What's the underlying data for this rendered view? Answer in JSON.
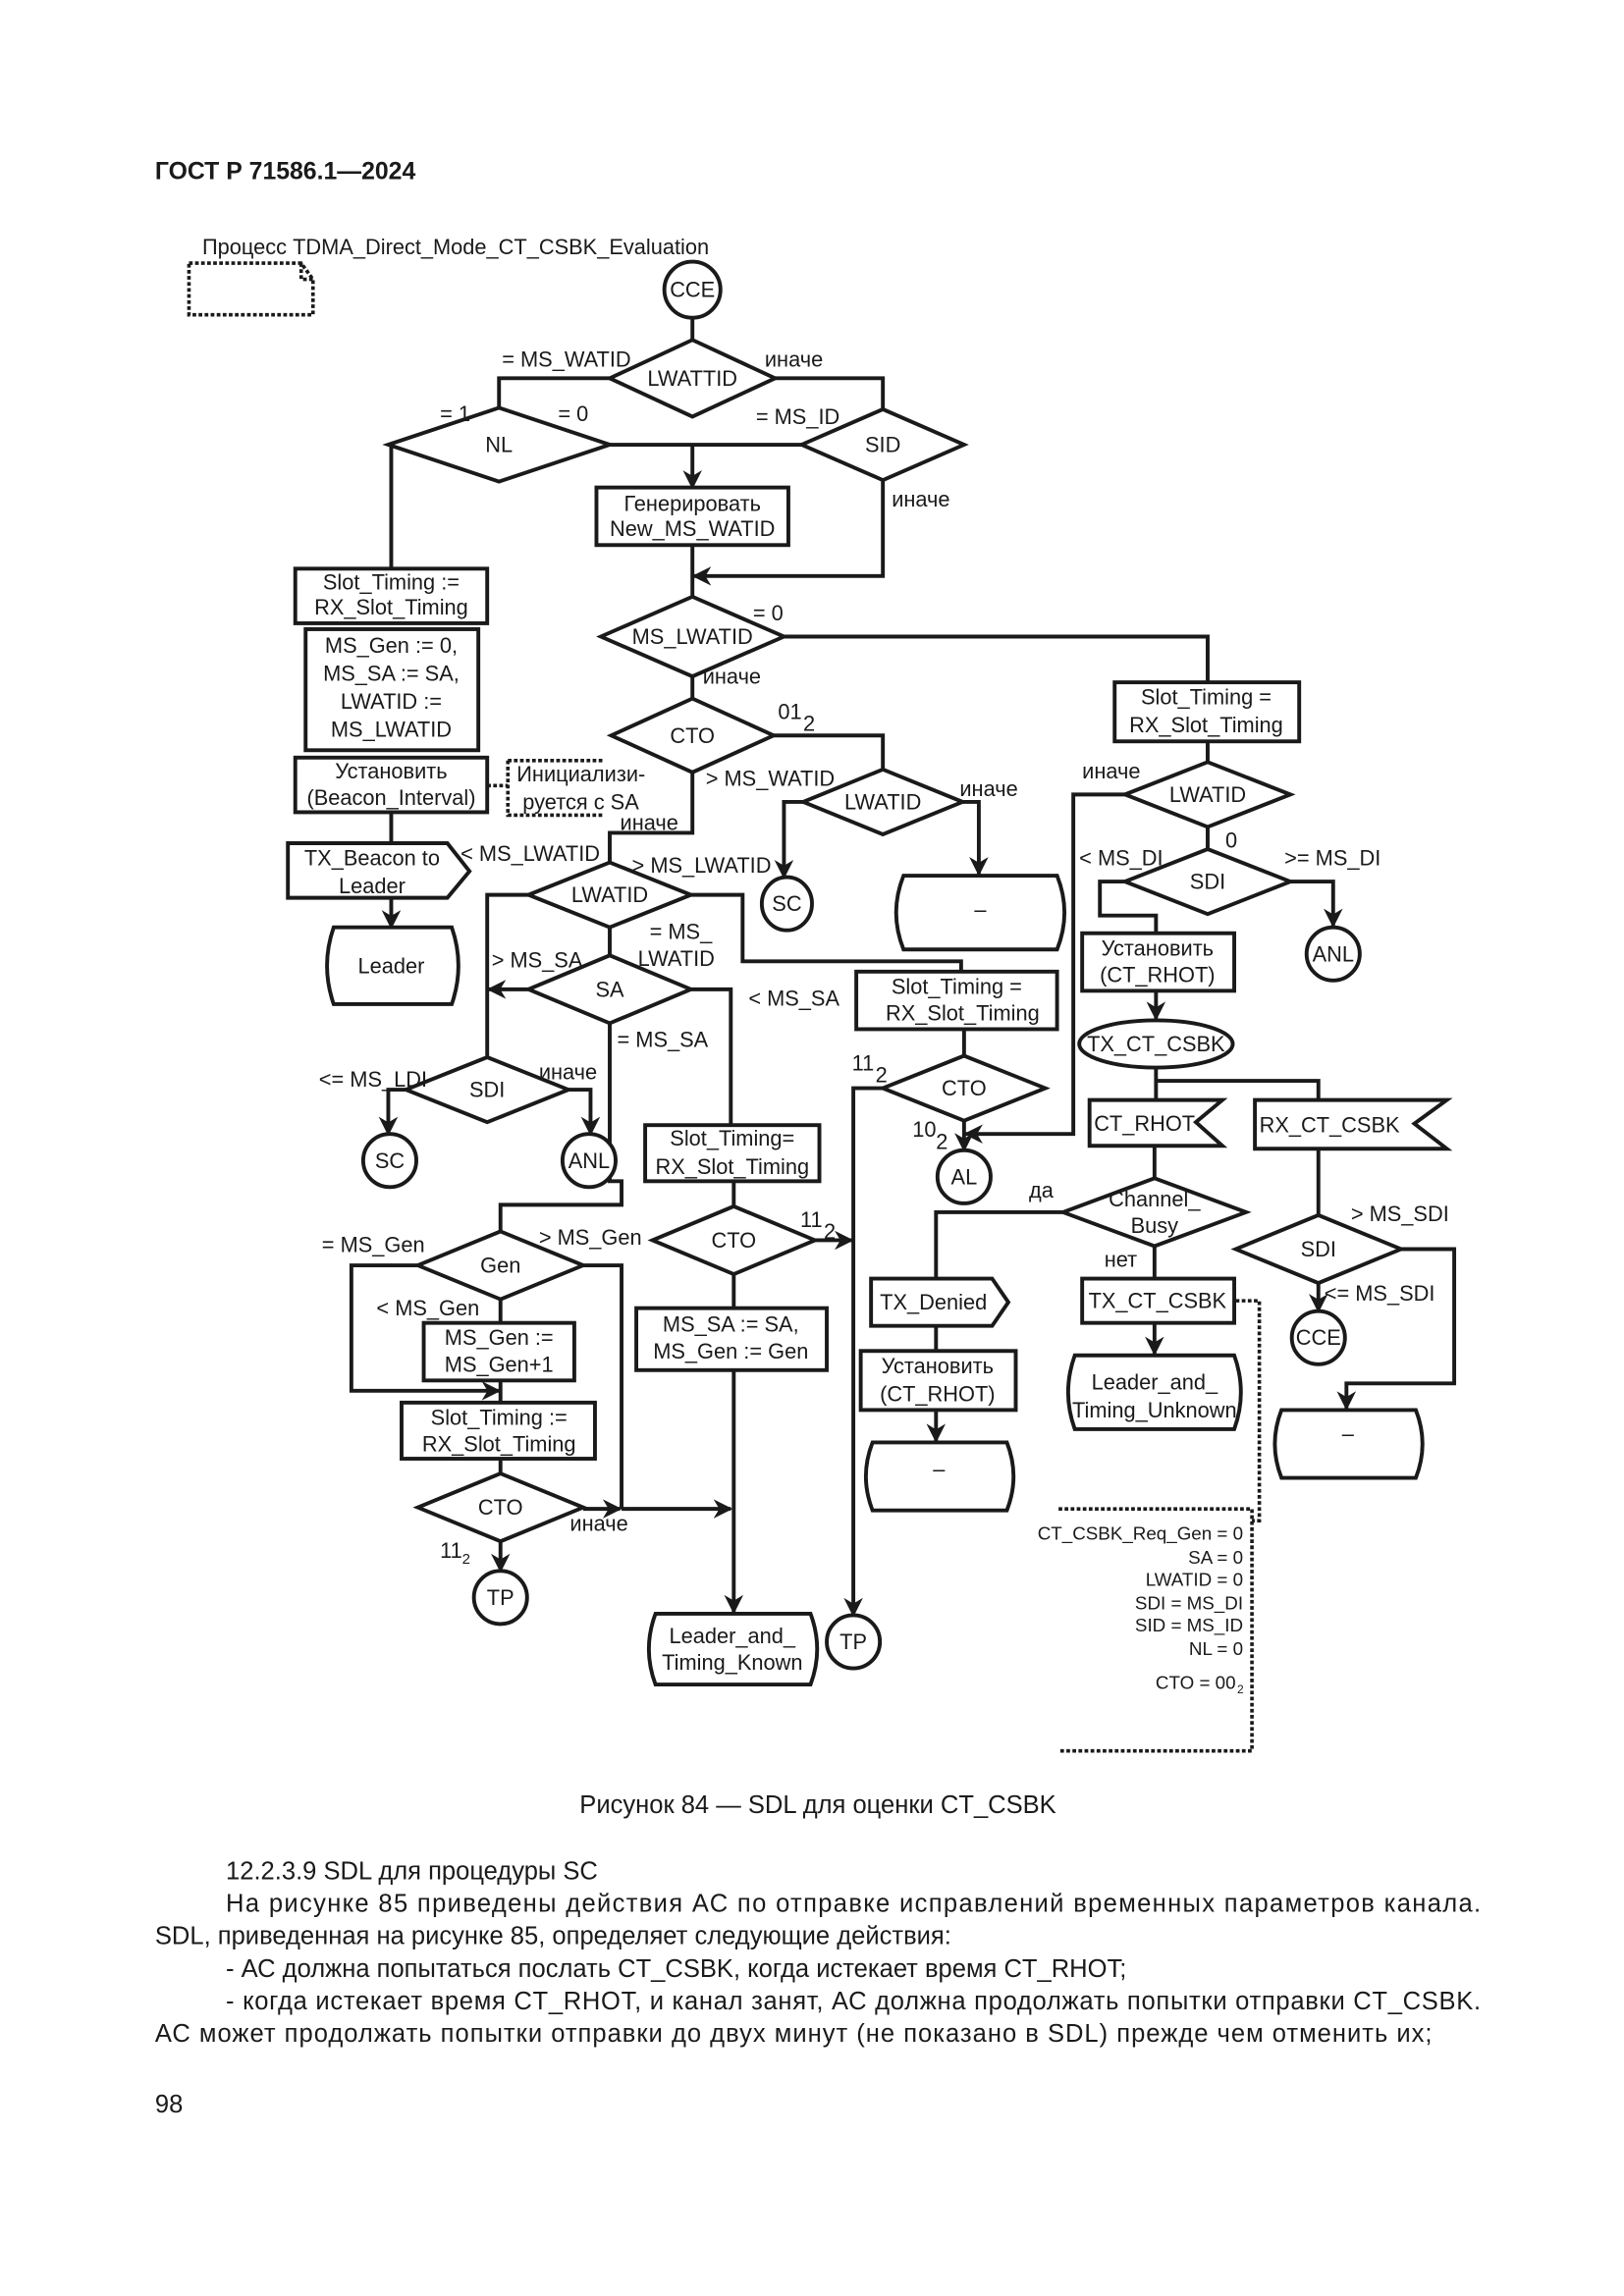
{
  "header": {
    "doc_code": "ГОСТ Р 71586.1—2024"
  },
  "diagram": {
    "process_title": "Процесс TDMA_Direct_Mode_CT_CSBK_Evaluation",
    "cce_start": "CCE",
    "lwattid": "LWATTID",
    "lbl_eq_ms_watid": "= MS_WATID",
    "lbl_else_lwattid": "иначе",
    "nl": "NL",
    "sid": "SID",
    "lbl_nl_eq1": "= 1",
    "lbl_nl_eq0": "= 0",
    "lbl_sid_eq_ms_id": "= MS_ID",
    "lbl_sid_else": "иначе",
    "gen_watid": [
      "Генерировать",
      "New_MS_WATID"
    ],
    "slot_timing_left": [
      "Slot_Timing :=",
      "RX_Slot_Timing"
    ],
    "init_box": [
      "MS_Gen := 0,",
      "MS_SA := SA,",
      "LWATID :=",
      "MS_LWATID"
    ],
    "set_beacon": [
      "Установить",
      "(Beacon_Interval)"
    ],
    "comment_init": [
      "Инициализи-",
      "руется с SA"
    ],
    "tx_beacon": [
      "TX_Beacon to",
      "Leader"
    ],
    "leader_state": "Leader",
    "ms_lwatid": "MS_LWATID",
    "lbl_ms_lwatid_eq0": "= 0",
    "lbl_ms_lwatid_else": "иначе",
    "cto_top": "CTO",
    "lbl_cto_01": {
      "main": "01",
      "sub": "2"
    },
    "lbl_cto_gt_ms_watid": "> MS_WATID",
    "lbl_cto_else": "иначе",
    "lwatid_mid": "LWATID",
    "lbl_lwatid_mid_else": "иначе",
    "sc_mid": "SC",
    "empty_state_mid": "–",
    "lwatid_left": "LWATID",
    "lbl_lt_ms_lwatid": "< MS_LWATID",
    "lbl_gt_ms_lwatid": "> MS_LWATID",
    "lbl_eq_ms_lwatid": [
      "= MS_",
      "LWATID"
    ],
    "sa": "SA",
    "lbl_gt_ms_sa": "> MS_SA",
    "lbl_lt_ms_sa": "< MS_SA",
    "lbl_eq_ms_sa": "= MS_SA",
    "sdi_left": "SDI",
    "lbl_le_ms_ldi": "<= MS_LDI",
    "lbl_sdi_left_else": "иначе",
    "sc_left": "SC",
    "anl_left": "ANL",
    "gen": "Gen",
    "lbl_eq_ms_gen": "= MS_Gen",
    "lbl_gt_ms_gen": "> MS_Gen",
    "lbl_lt_ms_gen": "< MS_Gen",
    "inc_gen": [
      "MS_Gen :=",
      "MS_Gen+1"
    ],
    "slot_timing_gen": [
      "Slot_Timing :=",
      "RX_Slot_Timing"
    ],
    "cto_gen": "CTO",
    "lbl_cto_gen_else": "иначе",
    "lbl_cto_gen_11": {
      "main": "11",
      "sub": "2"
    },
    "tp_left": "TP",
    "slot_timing_sa": [
      "Slot_Timing=",
      "RX_Slot_Timing"
    ],
    "cto_sa": "CTO",
    "lbl_cto_sa_11": {
      "main": "11",
      "sub": "2"
    },
    "assign_sa_gen": [
      "MS_SA := SA,",
      "MS_Gen := Gen"
    ],
    "leader_timing_known": [
      "Leader_and_",
      "Timing_Known"
    ],
    "tp_mid": "TP",
    "slot_timing_mid": [
      "Slot_Timing =",
      "RX_Slot_Timing"
    ],
    "cto_mid": "CTO",
    "lbl_cto_mid_11": {
      "main": "11",
      "sub": "2"
    },
    "lbl_cto_mid_10": {
      "main": "10",
      "sub": "2"
    },
    "al": "AL",
    "slot_timing_right": [
      "Slot_Timing =",
      "RX_Slot_Timing"
    ],
    "lwatid_right": "LWATID",
    "lbl_lwatid_right_else": "иначе",
    "lbl_lwatid_right_0": "0",
    "sdi_right": "SDI",
    "lbl_lt_ms_di": "< MS_DI",
    "lbl_ge_ms_di": ">= MS_DI",
    "anl_right": "ANL",
    "set_ct_rhot": [
      "Установить",
      "(CT_RHOT)"
    ],
    "tx_ct_csbk_state": "TX_CT_CSBK",
    "ct_rhot_input": "CT_RHOT",
    "rx_ct_csbk_input": "RX_CT_CSBK",
    "channel_busy": [
      "Channel_",
      "Busy"
    ],
    "lbl_yes": "да",
    "lbl_no": "нет",
    "tx_denied": "TX_Denied",
    "set_ct_rhot_2": [
      "Установить",
      "(CT_RHOT)"
    ],
    "empty_state_low": "–",
    "tx_ct_csbk_task": "TX_CT_CSBK",
    "leader_timing_unknown": [
      "Leader_and_",
      "Timing_Unknown"
    ],
    "sdi_rx": "SDI",
    "lbl_gt_ms_sdi": "> MS_SDI",
    "lbl_le_ms_sdi": "<= MS_SDI",
    "cce_end": "CCE",
    "empty_state_right": "–",
    "comment_defaults": [
      "CT_CSBK_Req_Gen = 0",
      "SA = 0",
      "LWATID = 0",
      "SDI = MS_DI",
      "SID = MS_ID",
      "NL = 0"
    ],
    "comment_cto": {
      "main": "CTO = 00",
      "sub": "2"
    }
  },
  "caption": "Рисунок 84 — SDL для оценки CT_CSBK",
  "body": {
    "section_heading": "12.2.3.9 SDL для процедуры SC",
    "lines": [
      "На рисунке 85 приведены действия АС по отправке исправлений временных параметров канала.",
      "SDL, приведенная на рисунке 85, определяет следующие действия:",
      "- АС должна попытаться послать CT_CSBK, когда истекает время CT_RHOT;",
      "- когда истекает время CT_RHOT, и канал занят, АС должна продолжать попытки отправки CT_CSBK.",
      "АС может продолжать попытки отправки до двух минут (не показано в SDL) прежде чем отменить их;"
    ]
  },
  "footer": {
    "page_number": "98"
  }
}
